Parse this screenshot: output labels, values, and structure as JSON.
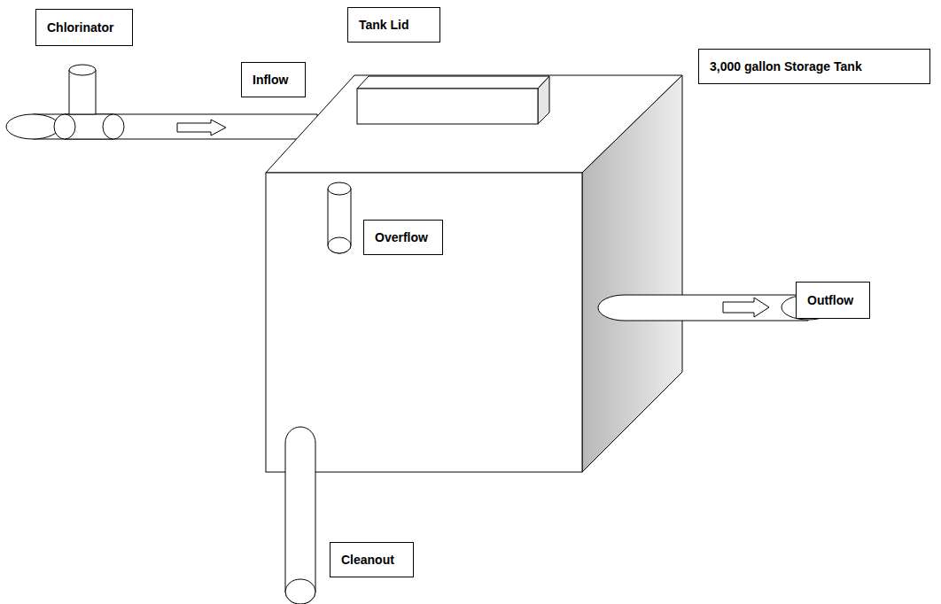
{
  "diagram": {
    "nodes": [
      {
        "text": [
          "Chlorinator"
        ]
      },
      {
        "text": [
          "Tank Lid"
        ]
      },
      {
        "text": [
          "3,000 gallon Storage Tank"
        ]
      },
      {
        "text": [
          "Inflow"
        ]
      },
      {
        "text": [
          "Overflow"
        ]
      },
      {
        "text": [
          "Outflow"
        ]
      },
      {
        "text": [
          "Cleanout"
        ]
      }
    ]
  }
}
